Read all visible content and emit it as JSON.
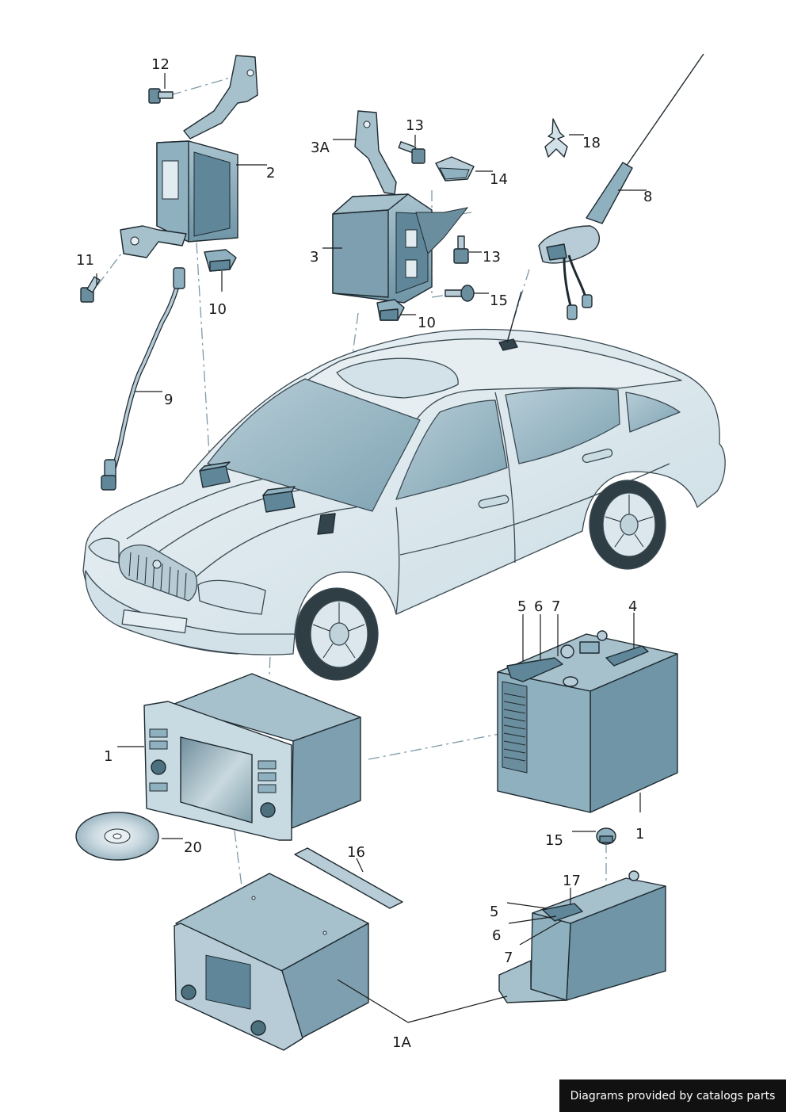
{
  "callouts": {
    "c1a": "1",
    "c1b": "1",
    "c1A": "1A",
    "c2": "2",
    "c3": "3",
    "c3A": "3A",
    "c4": "4",
    "c5a": "5",
    "c5b": "5",
    "c6a": "6",
    "c6b": "6",
    "c7a": "7",
    "c7b": "7",
    "c8": "8",
    "c9": "9",
    "c10a": "10",
    "c10b": "10",
    "c11": "11",
    "c12": "12",
    "c13a": "13",
    "c13b": "13",
    "c14": "14",
    "c15a": "15",
    "c15b": "15",
    "c16": "16",
    "c17": "17",
    "c18": "18",
    "c20": "20"
  },
  "footer": {
    "credit": "Diagrams provided by catalogs parts"
  },
  "colors": {
    "part_fill_light": "#c3d6de",
    "part_fill_mid": "#8fb0bf",
    "part_fill_dark": "#5f8799",
    "car_fill": "#dfe9ee",
    "glass_fill": "#9ab7c4",
    "outline": "#1e2a30"
  }
}
